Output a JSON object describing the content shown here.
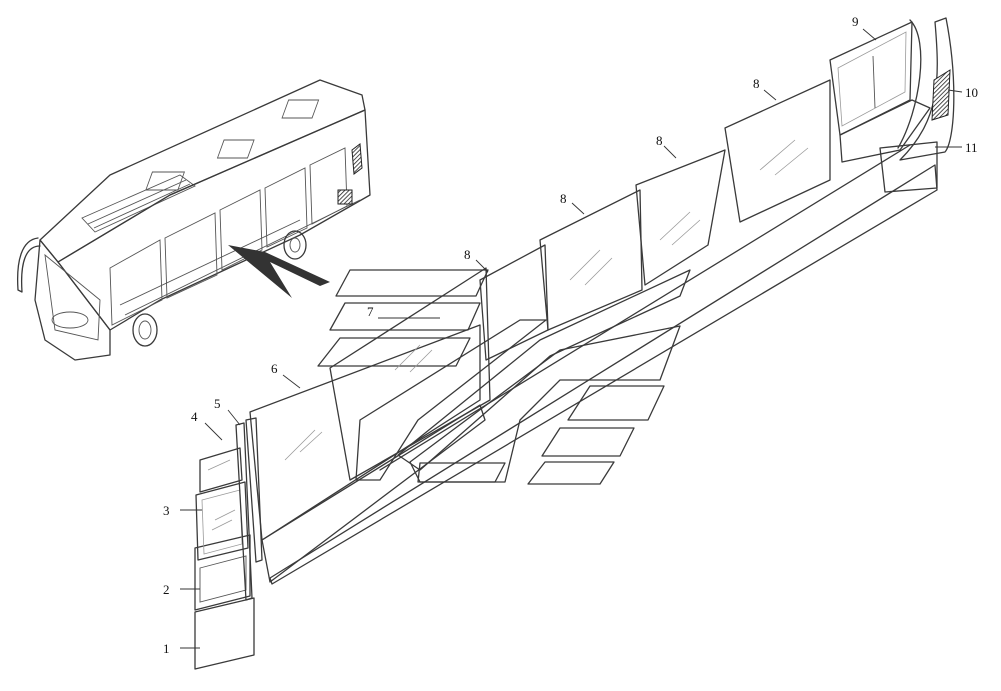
{
  "callouts": [
    {
      "id": "1",
      "text": "1"
    },
    {
      "id": "2",
      "text": "2"
    },
    {
      "id": "3",
      "text": "3"
    },
    {
      "id": "4",
      "text": "4"
    },
    {
      "id": "5",
      "text": "5"
    },
    {
      "id": "6",
      "text": "6"
    },
    {
      "id": "7",
      "text": "7"
    },
    {
      "id": "8a",
      "text": "8"
    },
    {
      "id": "8b",
      "text": "8"
    },
    {
      "id": "8c",
      "text": "8"
    },
    {
      "id": "8d",
      "text": "8"
    },
    {
      "id": "9",
      "text": "9"
    },
    {
      "id": "10",
      "text": "10"
    },
    {
      "id": "11",
      "text": "11"
    }
  ]
}
